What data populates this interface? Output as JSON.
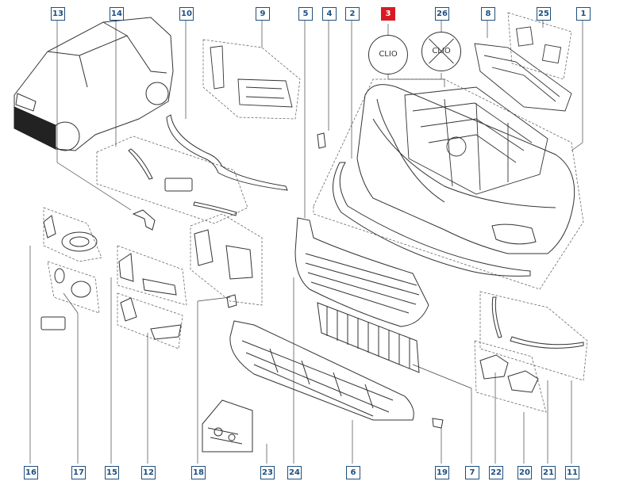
{
  "callouts": {
    "c13": "13",
    "c14": "14",
    "c10": "10",
    "c9": "9",
    "c5": "5",
    "c4": "4",
    "c2": "2",
    "c3": "3",
    "c26": "26",
    "c8": "8",
    "c25": "25",
    "c1": "1",
    "c16": "16",
    "c17": "17",
    "c15": "15",
    "c12": "12",
    "c18": "18",
    "c23": "23",
    "c24": "24",
    "c6": "6",
    "c19": "19",
    "c7": "7",
    "c22": "22",
    "c20": "20",
    "c21": "21",
    "c11": "11"
  },
  "labels": {
    "clio_a": "CLIO",
    "clio_b": "CLIO"
  },
  "colors": {
    "callout_border": "#1f4f7d",
    "highlight": "#d81b22",
    "line": "#333333"
  }
}
